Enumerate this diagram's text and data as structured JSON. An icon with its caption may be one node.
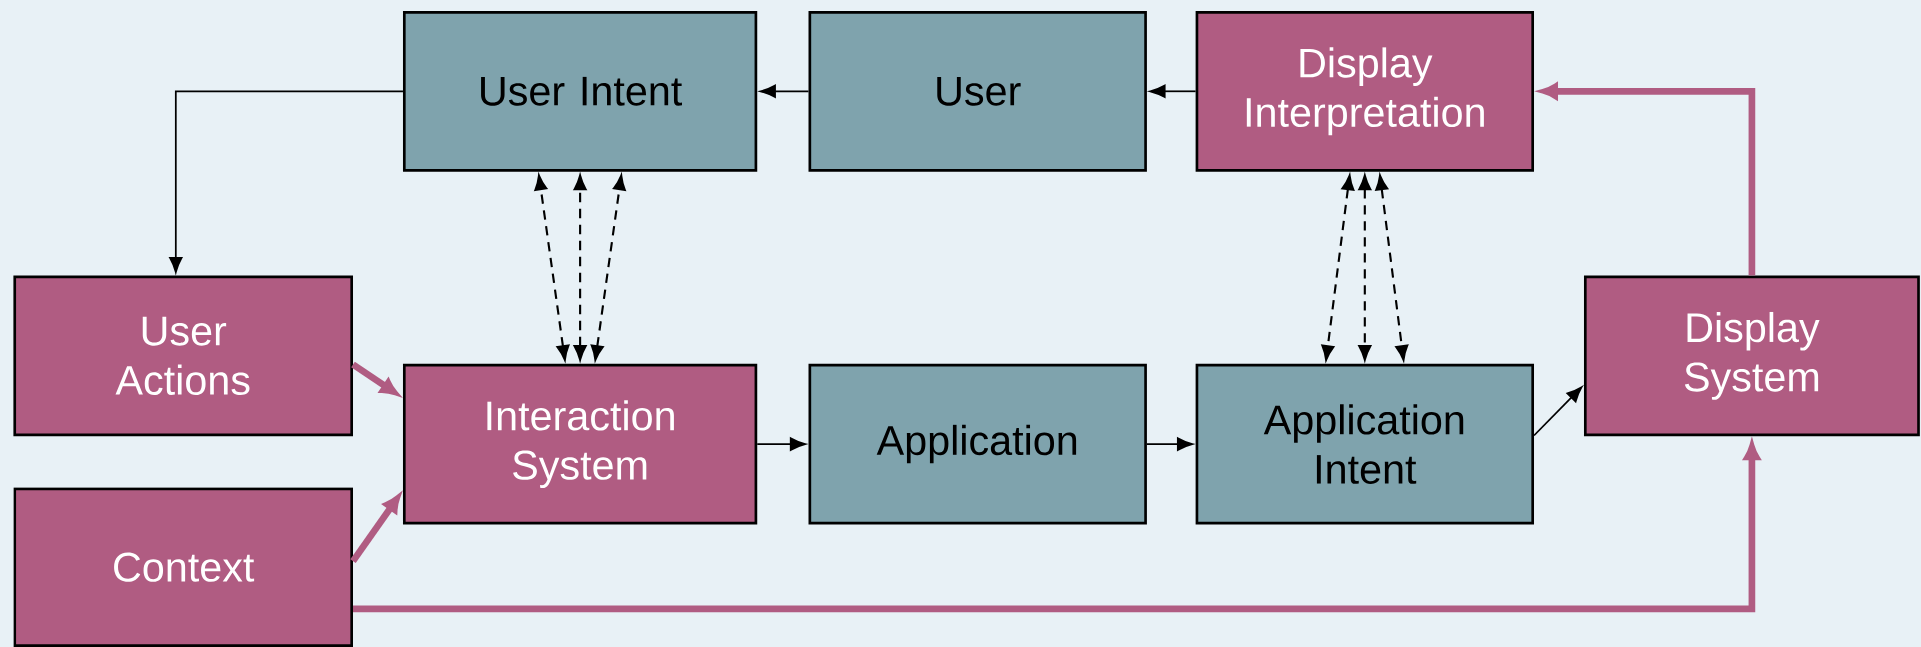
{
  "diagram": {
    "nodes": [
      {
        "text": [
          "User Intent"
        ]
      },
      {
        "text": [
          "User"
        ]
      },
      {
        "text": [
          "Display Interpretation"
        ]
      },
      {
        "text": [
          "User Actions"
        ]
      },
      {
        "text": [
          "Interaction System"
        ]
      },
      {
        "text": [
          "Application"
        ]
      },
      {
        "text": [
          "Application Intent"
        ]
      },
      {
        "text": [
          "Display System"
        ]
      },
      {
        "text": [
          "Context"
        ]
      }
    ],
    "edges": [
      {
        "from": 1,
        "to": 0,
        "arrow": "to"
      },
      {
        "from": 2,
        "to": 1,
        "arrow": "to"
      },
      {
        "from": 0,
        "to": 3,
        "arrow": "to"
      },
      {
        "from": 3,
        "to": 4,
        "arrow": "to",
        "style": "thick",
        "color": "#b05c82"
      },
      {
        "from": 8,
        "to": 4,
        "arrow": "to",
        "style": "thick",
        "color": "#b05c82"
      },
      {
        "from": 4,
        "to": 5,
        "arrow": "to"
      },
      {
        "from": 5,
        "to": 6,
        "arrow": "to"
      },
      {
        "from": 6,
        "to": 7,
        "arrow": "to"
      },
      {
        "from": 7,
        "to": 2,
        "arrow": "to",
        "style": "thick",
        "color": "#b05c82"
      },
      {
        "from": 8,
        "to": 7,
        "arrow": "to",
        "style": "thick",
        "color": "#b05c82"
      },
      {
        "from": 4,
        "to": 0,
        "arrow": "both",
        "style": "dashed"
      },
      {
        "from": 4,
        "to": 0,
        "arrow": "both",
        "style": "dashed"
      },
      {
        "from": 4,
        "to": 0,
        "arrow": "both",
        "style": "dashed"
      },
      {
        "from": 2,
        "to": 6,
        "arrow": "both",
        "style": "dashed"
      },
      {
        "from": 2,
        "to": 6,
        "arrow": "both",
        "style": "dashed"
      },
      {
        "from": 2,
        "to": 6,
        "arrow": "both",
        "style": "dashed"
      }
    ]
  }
}
